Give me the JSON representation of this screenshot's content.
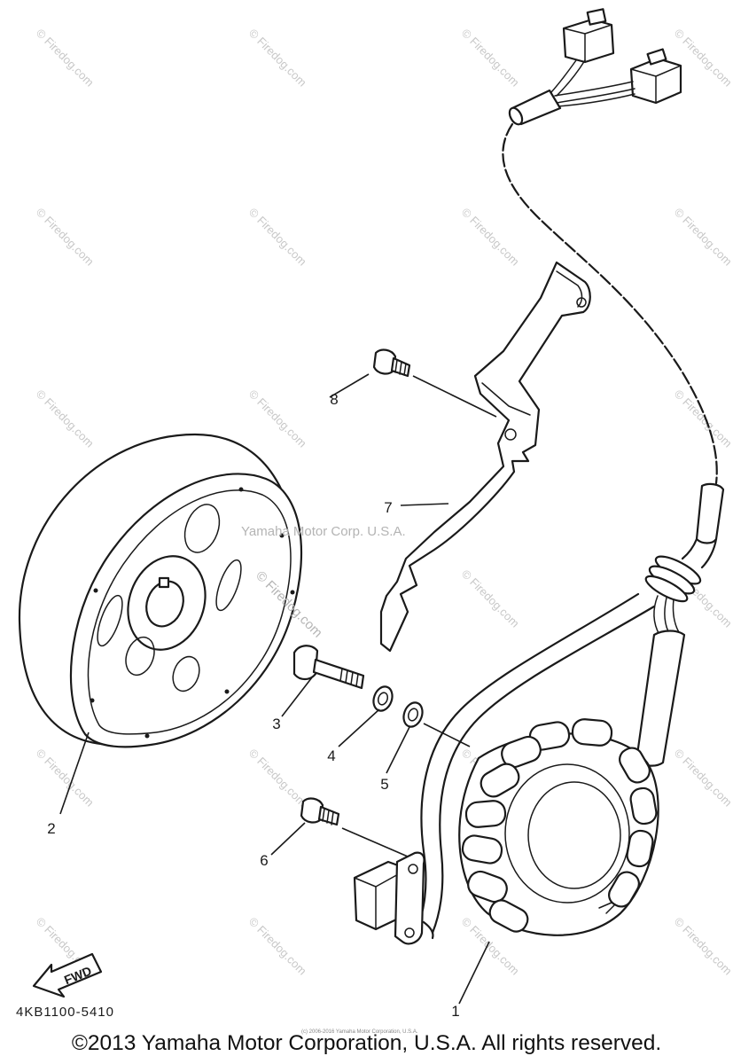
{
  "diagram": {
    "part_number": "4KB1100-5410",
    "fwd_label": "FWD",
    "copyright": "©2013 Yamaha Motor Corporation, U.S.A. All rights reserved.",
    "watermark_center": "Yamaha Motor Corp. U.S.A.",
    "watermark_repeat": "© Firedog.com",
    "watermark_flywheel": "© Firedog.com",
    "tiny_note": "(c) 2006-2016 Yamaha Motor Corporation, U.S.A.",
    "callouts": {
      "c1": "1",
      "c2": "2",
      "c3": "3",
      "c4": "4",
      "c5": "5",
      "c6": "6",
      "c7": "7",
      "c8": "8"
    }
  }
}
